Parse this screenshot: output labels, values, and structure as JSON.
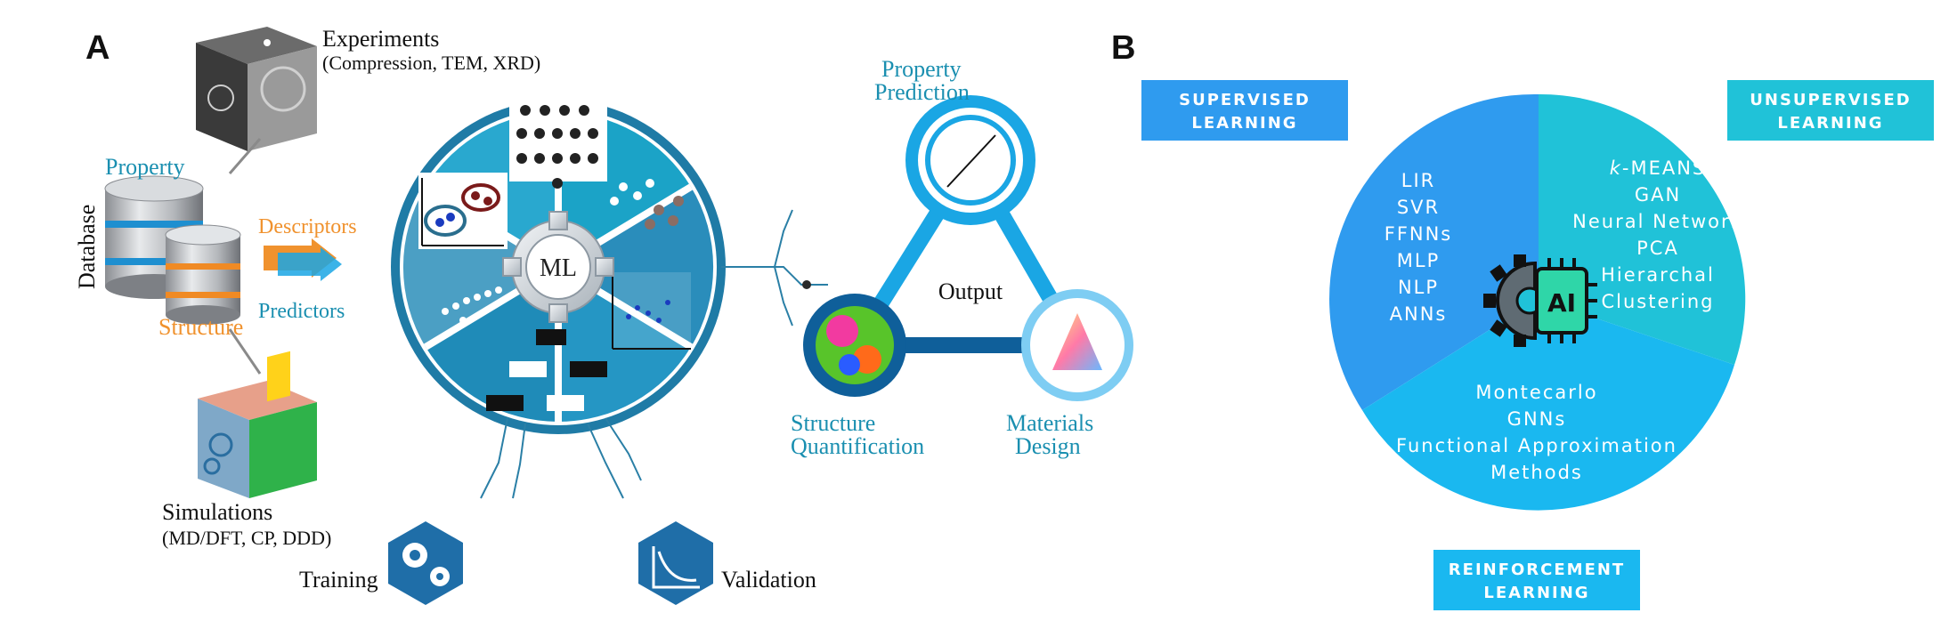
{
  "panel_a": {
    "letter": "A",
    "experiments": {
      "title": "Experiments",
      "subtitle": "(Compression, TEM, XRD)"
    },
    "database": {
      "label": "Database",
      "property": "Property",
      "structure": "Structure"
    },
    "descriptors": "Descriptors",
    "predictors": "Predictors",
    "simulations": {
      "title": "Simulations",
      "subtitle": "(MD/DFT, CP, DDD)"
    },
    "ml_hub": "ML",
    "training": "Training",
    "validation": "Validation",
    "output": "Output",
    "property_prediction": [
      "Property",
      "Prediction"
    ],
    "structure_quantification": [
      "Structure",
      "Quantification"
    ],
    "materials_design": [
      "Materials",
      "Design"
    ]
  },
  "panel_b": {
    "letter": "B",
    "ai_label": "AI",
    "supervised": {
      "title": [
        "SUPERVISED",
        "LEARNING"
      ],
      "items": [
        "LIR",
        "SVR",
        "FFNNs",
        "MLP",
        "NLP",
        "ANNs"
      ]
    },
    "unsupervised": {
      "title": [
        "UNSUPERVISED",
        "LEARNING"
      ],
      "items": [
        "MEANS",
        "GAN",
        "Neural Network",
        "PCA",
        "Hierarchal",
        "Clustering"
      ],
      "k_prefix": "k"
    },
    "reinforcement": {
      "title": [
        "REINFORCEMENT",
        "LEARNING"
      ],
      "items": [
        "Montecarlo",
        "GNNs",
        "Functional Approximation",
        "Methods"
      ]
    }
  },
  "colors": {
    "teal_text": "#1a8fb0",
    "orange_text": "#f0922e",
    "supervised": "#2f9bef",
    "unsupervised": "#20c2d8",
    "reinforcement": "#1ab8f0",
    "ml_ring": "#1f7ba6",
    "triangle": "#1aa6e4"
  }
}
